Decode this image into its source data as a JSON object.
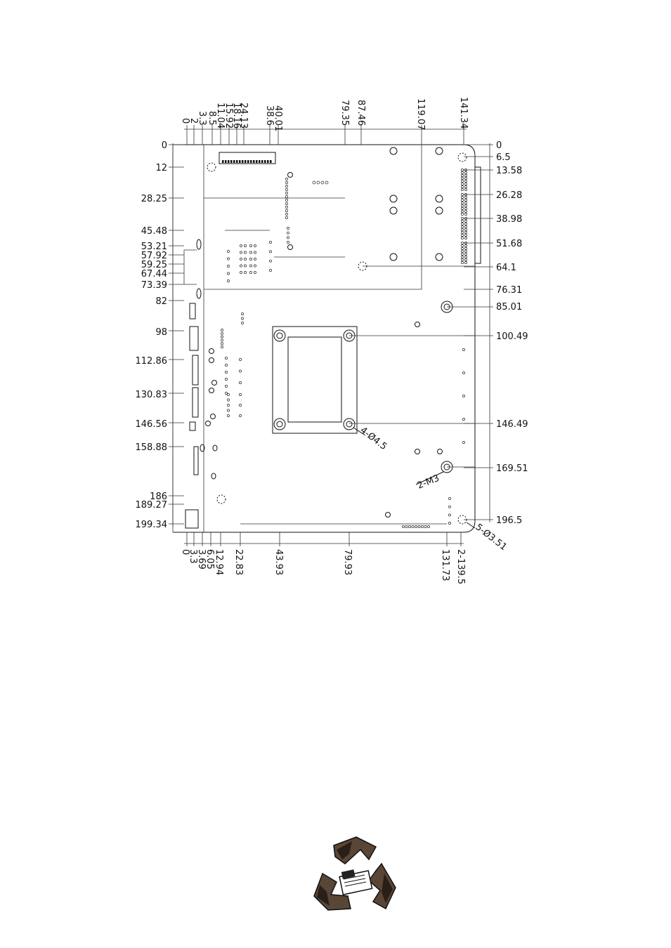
{
  "drawing": {
    "top_dims": [
      "0",
      "2",
      "3.3",
      "8.5",
      "11.04",
      "15.92",
      "18.16",
      "24.13",
      "38.6",
      "40.01",
      "79.35",
      "87.46",
      "119.07",
      "141.34"
    ],
    "left_dims": [
      "0",
      "12",
      "28.25",
      "45.48",
      "53.21",
      "57.92",
      "59.25",
      "67.44",
      "73.39",
      "82",
      "98",
      "112.86",
      "130.83",
      "146.56",
      "158.88",
      "186",
      "189.27",
      "199.34"
    ],
    "right_dims": [
      "0",
      "6.5",
      "13.58",
      "26.28",
      "38.98",
      "51.68",
      "64.1",
      "76.31",
      "85.01",
      "100.49",
      "146.49",
      "169.51",
      "196.5"
    ],
    "bottom_dims": [
      "0",
      "3.3",
      "3.69",
      "6.05",
      "12.94",
      "22.83",
      "43.93",
      "79.93",
      "131.73",
      "2-139.5"
    ],
    "callouts": [
      "4-Ø4.5",
      "2-M3",
      "5-Ø3.51"
    ]
  },
  "icons": {
    "recycle": "recycle-icon"
  }
}
